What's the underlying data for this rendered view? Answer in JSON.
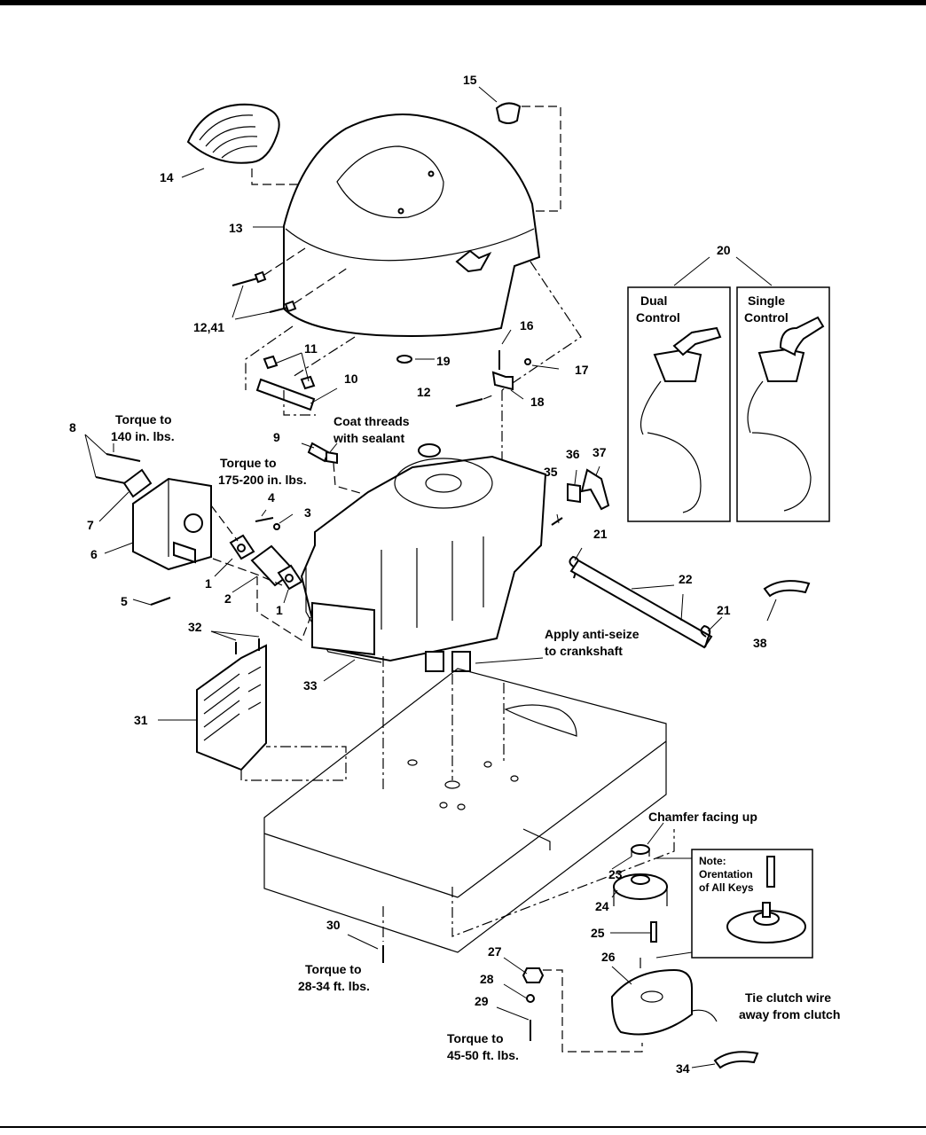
{
  "callouts": {
    "c1a": "1",
    "c1b": "1",
    "c2": "2",
    "c3": "3",
    "c4": "4",
    "c5": "5",
    "c6": "6",
    "c7": "7",
    "c8": "8",
    "c9": "9",
    "c10": "10",
    "c11": "11",
    "c12": "12",
    "c12_41": "12,41",
    "c13": "13",
    "c14": "14",
    "c15": "15",
    "c16": "16",
    "c17": "17",
    "c18": "18",
    "c19": "19",
    "c20": "20",
    "c21a": "21",
    "c21b": "21",
    "c22": "22",
    "c23": "23",
    "c24": "24",
    "c25": "25",
    "c26": "26",
    "c27": "27",
    "c28": "28",
    "c29": "29",
    "c30": "30",
    "c31": "31",
    "c32": "32",
    "c33": "33",
    "c34": "34",
    "c35": "35",
    "c36": "36",
    "c37": "37",
    "c38": "38"
  },
  "notes": {
    "torque_140_l1": "Torque to",
    "torque_140_l2": "140 in. lbs.",
    "torque_175_l1": "Torque to",
    "torque_175_l2": "175-200 in. lbs.",
    "coat_l1": "Coat threads",
    "coat_l2": "with sealant",
    "antiseize_l1": "Apply anti-seize",
    "antiseize_l2": "to crankshaft",
    "chamfer": "Chamfer facing up",
    "torque_28_l1": "Torque to",
    "torque_28_l2": "28-34 ft. lbs.",
    "torque_45_l1": "Torque to",
    "torque_45_l2": "45-50 ft. lbs.",
    "tie_l1": "Tie clutch wire",
    "tie_l2": "away from clutch"
  },
  "control_boxes": {
    "dual_l1": "Dual",
    "dual_l2": "Control",
    "single_l1": "Single",
    "single_l2": "Control"
  },
  "note_box": {
    "l1": "Note:",
    "l2": "Orentation",
    "l3": "of All Keys"
  }
}
